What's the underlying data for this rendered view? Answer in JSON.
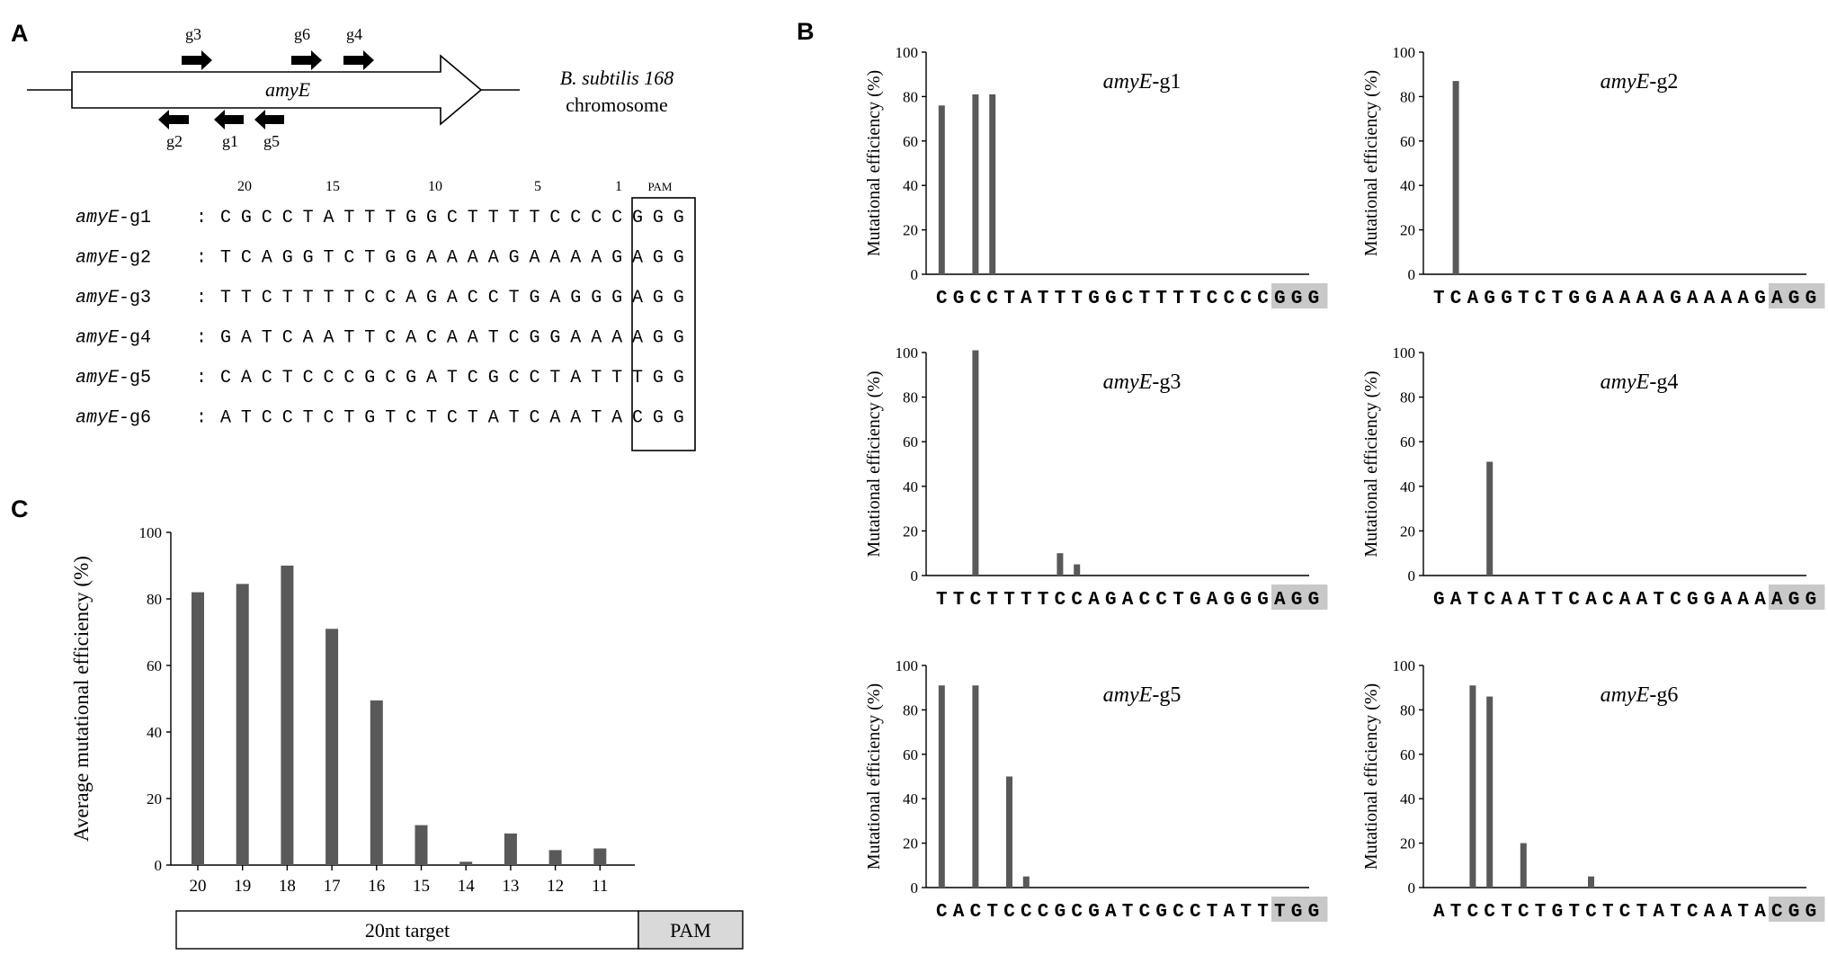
{
  "panel_labels": {
    "a": "A",
    "b": "B",
    "c": "C"
  },
  "colors": {
    "bar": "#595959",
    "pam_highlight": "#c8c8c8",
    "pam_box_fill": "#d9d9d9"
  },
  "panel_a": {
    "gene_label": "amyE",
    "chromosome_line1": "B. subtilis 168",
    "chromosome_line2": "chromosome",
    "guides_forward": [
      "g3",
      "g6",
      "g4"
    ],
    "guides_reverse": [
      "g2",
      "g1",
      "g5"
    ],
    "position_labels": [
      "20",
      "15",
      "10",
      "5",
      "1"
    ],
    "pam_label": "PAM",
    "sequences": [
      {
        "name_italic": "amyE",
        "name_suffix": "-g1",
        "target": "CGCCTATTTGGCTTTTCCCC",
        "pam": "GGG"
      },
      {
        "name_italic": "amyE",
        "name_suffix": "-g2",
        "target": "TCAGGTCTGGAAAAGAAAAG",
        "pam": "AGG"
      },
      {
        "name_italic": "amyE",
        "name_suffix": "-g3",
        "target": "TTCTTTTCCAGACCTGAGGG",
        "pam": "AGG"
      },
      {
        "name_italic": "amyE",
        "name_suffix": "-g4",
        "target": "GATCAATTCACAATCGGAAA",
        "pam": "AGG"
      },
      {
        "name_italic": "amyE",
        "name_suffix": "-g5",
        "target": "CACTCCCGCGATCGCCTATT",
        "pam": "TGG"
      },
      {
        "name_italic": "amyE",
        "name_suffix": "-g6",
        "target": "ATCCTCTGTCTCTATCAATA",
        "pam": "CGG"
      }
    ]
  },
  "chart_data": [
    {
      "type": "bar",
      "panel": "B",
      "title_italic": "amyE",
      "title_suffix": "-g1",
      "ylabel": "Mutational efficiency (%)",
      "ylim": [
        0,
        100
      ],
      "yticks": [
        0,
        20,
        40,
        60,
        80,
        100
      ],
      "sequence": "CGCCTATTTGGCTTTTCCCC",
      "pam": "GGG",
      "values": [
        76,
        0,
        81,
        81,
        0,
        0,
        0,
        0,
        0,
        0,
        0,
        0,
        0,
        0,
        0,
        0,
        0,
        0,
        0,
        0
      ]
    },
    {
      "type": "bar",
      "panel": "B",
      "title_italic": "amyE",
      "title_suffix": "-g2",
      "ylabel": "Mutational efficiency (%)",
      "ylim": [
        0,
        100
      ],
      "yticks": [
        0,
        20,
        40,
        60,
        80,
        100
      ],
      "sequence": "TCAGGTCTGGAAAAGAAAAG",
      "pam": "AGG",
      "values": [
        0,
        87,
        0,
        0,
        0,
        0,
        0,
        0,
        0,
        0,
        0,
        0,
        0,
        0,
        0,
        0,
        0,
        0,
        0,
        0
      ]
    },
    {
      "type": "bar",
      "panel": "B",
      "title_italic": "amyE",
      "title_suffix": "-g3",
      "ylabel": "Mutational efficiency (%)",
      "ylim": [
        0,
        100
      ],
      "yticks": [
        0,
        20,
        40,
        60,
        80,
        100
      ],
      "sequence": "TTCTTTTCCAGACCTGAGGG",
      "pam": "AGG",
      "values": [
        0,
        0,
        101,
        0,
        0,
        0,
        0,
        10,
        5,
        0,
        0,
        0,
        0,
        0,
        0,
        0,
        0,
        0,
        0,
        0
      ]
    },
    {
      "type": "bar",
      "panel": "B",
      "title_italic": "amyE",
      "title_suffix": "-g4",
      "ylabel": "Mutational efficiency (%)",
      "ylim": [
        0,
        100
      ],
      "yticks": [
        0,
        20,
        40,
        60,
        80,
        100
      ],
      "sequence": "GATCAATTCACAATCGGAAA",
      "pam": "AGG",
      "values": [
        0,
        0,
        0,
        51,
        0,
        0,
        0,
        0,
        0,
        0,
        0,
        0,
        0,
        0,
        0,
        0,
        0,
        0,
        0,
        0
      ]
    },
    {
      "type": "bar",
      "panel": "B",
      "title_italic": "amyE",
      "title_suffix": "-g5",
      "ylabel": "Mutational efficiency (%)",
      "ylim": [
        0,
        100
      ],
      "yticks": [
        0,
        20,
        40,
        60,
        80,
        100
      ],
      "sequence": "CACTCCCGCGATCGCCTATT",
      "pam": "TGG",
      "values": [
        91,
        0,
        91,
        0,
        50,
        5,
        0,
        0,
        0,
        0,
        0,
        0,
        0,
        0,
        0,
        0,
        0,
        0,
        0,
        0
      ]
    },
    {
      "type": "bar",
      "panel": "B",
      "title_italic": "amyE",
      "title_suffix": "-g6",
      "ylabel": "Mutational efficiency (%)",
      "ylim": [
        0,
        100
      ],
      "yticks": [
        0,
        20,
        40,
        60,
        80,
        100
      ],
      "sequence": "ATCCTCTGTCTCTATCAATA",
      "pam": "CGG",
      "values": [
        0,
        0,
        91,
        86,
        0,
        20,
        0,
        0,
        0,
        5,
        0,
        0,
        0,
        0,
        0,
        0,
        0,
        0,
        0,
        0
      ]
    },
    {
      "type": "bar",
      "panel": "C",
      "ylabel": "Average mutational efficiency (%)",
      "ylim": [
        0,
        100
      ],
      "yticks": [
        0,
        20,
        40,
        60,
        80,
        100
      ],
      "categories": [
        "20",
        "19",
        "18",
        "17",
        "16",
        "15",
        "14",
        "13",
        "12",
        "11"
      ],
      "values": [
        82,
        84.5,
        90,
        71,
        49.5,
        12,
        1,
        9.5,
        4.5,
        5
      ],
      "target_label": "20nt target",
      "pam_label": "PAM"
    }
  ]
}
